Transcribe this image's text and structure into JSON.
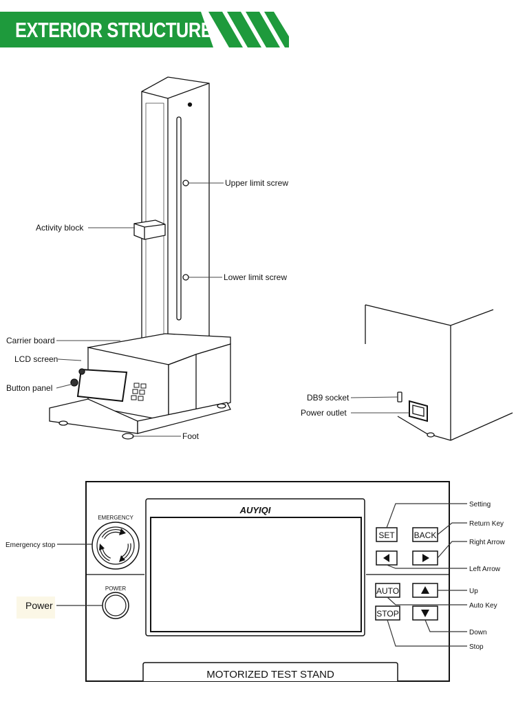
{
  "header": {
    "title": "EXTERIOR STRUCTURE",
    "accent_color": "#1e9a3c"
  },
  "machine_labels": {
    "upper_limit_screw": "Upper limit screw",
    "activity_block": "Activity block",
    "lower_limit_screw": "Lower limit screw",
    "carrier_board": "Carrier board",
    "lcd_screen": "LCD screen",
    "button_panel": "Button panel",
    "foot": "Foot"
  },
  "rear_labels": {
    "db9_socket": "DB9 socket",
    "power_outlet": "Power outlet"
  },
  "panel": {
    "emergency_text": "EMERGENCY",
    "power_text": "POWER",
    "brand": "AUYIQI",
    "footer_title": "MOTORIZED TEST STAND",
    "buttons": {
      "set": "SET",
      "back": "BACK",
      "auto": "AUTO",
      "stop": "STOP"
    },
    "labels": {
      "emergency_stop": "Emergency stop",
      "power": "Power",
      "setting": "Setting",
      "return_key": "Return Key",
      "right_arrow": "Right Arrow",
      "left_arrow": "Left Arrow",
      "up": "Up",
      "auto_key": "Auto Key",
      "down": "Down",
      "stop": "Stop"
    }
  }
}
